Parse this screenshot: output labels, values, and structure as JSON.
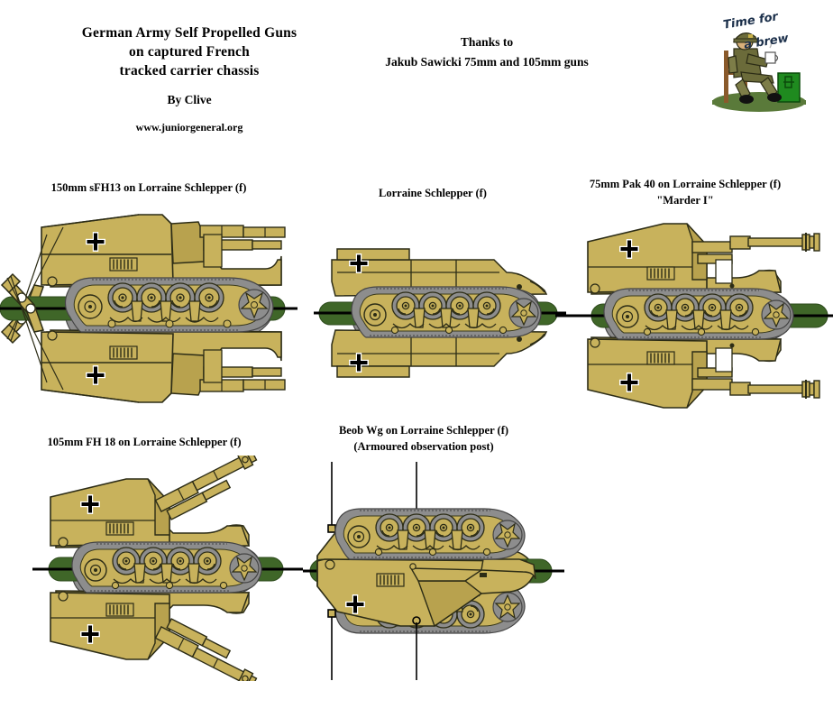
{
  "header": {
    "title_lines": [
      "German Army Self Propelled Guns",
      "on captured French",
      "tracked carrier chassis"
    ],
    "byline": "By Clive",
    "website": "www.juniorgeneral.org",
    "thanks_lines": [
      "Thanks to",
      "Jakub Sawicki 75mm and 105mm guns"
    ]
  },
  "brew": {
    "line1": "Time for",
    "line2": "a brew",
    "icon": "soldier-drinking-tea-icon"
  },
  "colors": {
    "body_tan": "#c8b25c",
    "body_tan_dark": "#b8a24e",
    "track_grey": "#8d8d8d",
    "base_green": "#3f6628",
    "base_green_dark": "#2d4a1c",
    "outline": "#000000",
    "brew_text": "#1b2f4a",
    "uniform_green": "#6b6b3a",
    "box_green": "#1f8a1f"
  },
  "vehicles": [
    {
      "id": "sfh13",
      "label_lines": [
        "150mm sFH13 on Lorraine Schlepper (f)"
      ],
      "type": "howitzer-tall-box",
      "marking": "balkenkreuz"
    },
    {
      "id": "lorraine",
      "label_lines": [
        "Lorraine Schlepper (f)"
      ],
      "type": "carrier-plain",
      "marking": "balkenkreuz"
    },
    {
      "id": "marder1",
      "label_lines": [
        "75mm Pak 40 on Lorraine Schlepper (f)",
        "\"Marder I\""
      ],
      "type": "at-gun-long-barrel",
      "marking": "balkenkreuz"
    },
    {
      "id": "fh18",
      "label_lines": [
        "105mm FH 18 on Lorraine Schlepper (f)"
      ],
      "type": "howitzer-elevated",
      "marking": "balkenkreuz"
    },
    {
      "id": "beobwg",
      "label_lines": [
        "Beob Wg on Lorraine Schlepper (f)",
        "(Armoured observation post)"
      ],
      "type": "observation-post",
      "marking": "balkenkreuz"
    }
  ]
}
